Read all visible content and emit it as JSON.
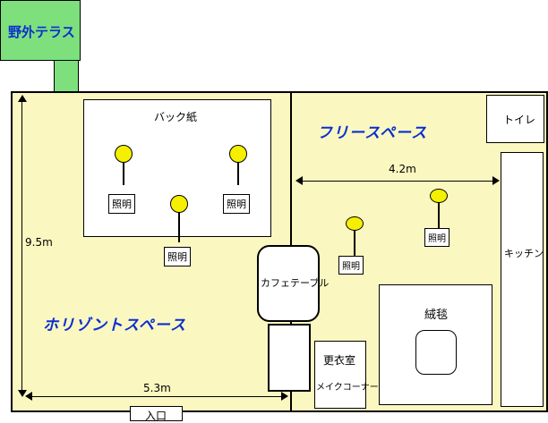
{
  "outdoor": {
    "title": "野外テラス"
  },
  "labels": {
    "horizont_space": "ホリゾントスペース",
    "free_space": "フリースペース",
    "backdrop": "バック紙",
    "lighting": "照明",
    "cafe_table": "カフェテーブル",
    "toilet": "トイレ",
    "kitchen": "キッチン",
    "carpet": "絨毯",
    "dressing_room": "更衣室",
    "makeup_corner": "メイクコーナー",
    "entrance": "入口"
  },
  "dimensions": {
    "height": "9.5m",
    "width": "5.3m",
    "free_width": "4.2m"
  },
  "colors": {
    "floor": "#fbf7c0",
    "terrace": "#7de07d",
    "bulb": "#f5ef00",
    "accent_text": "#0a2fd0"
  }
}
